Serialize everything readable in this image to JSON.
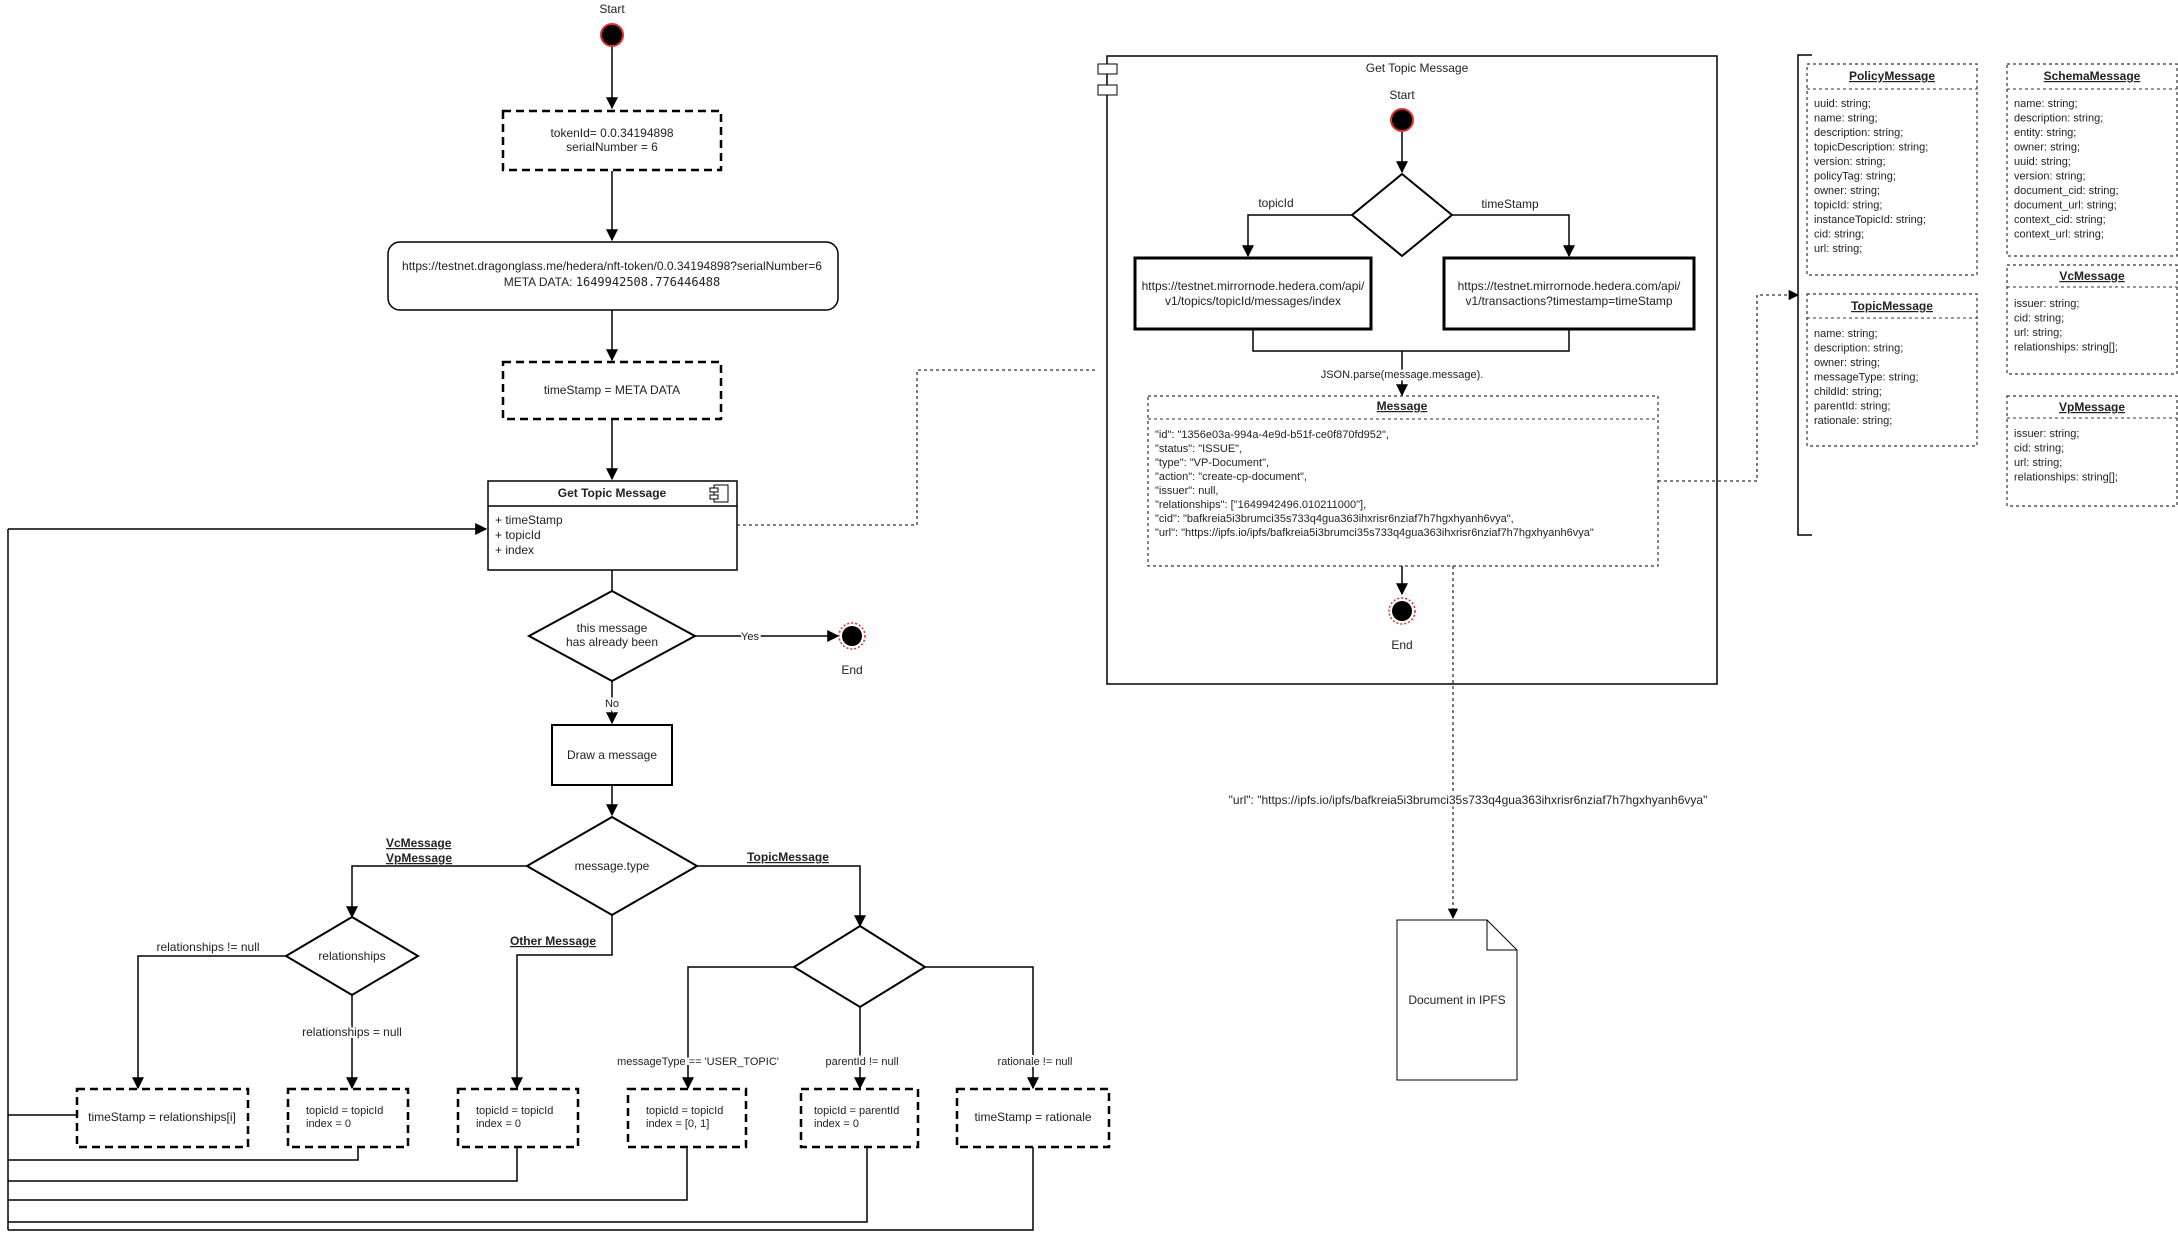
{
  "left_flow": {
    "start_label": "Start",
    "token_box": [
      "tokenId= 0.0.34194898",
      "serialNumber = 6"
    ],
    "url_box": {
      "url": "https://testnet.dragonglass.me/hedera/nft-token/0.0.34194898?serialNumber=6",
      "meta_label": "META DATA: ",
      "meta_value": "1649942508.776446488"
    },
    "timestamp_box": "timeStamp = META DATA",
    "component": {
      "title": "Get Topic Message",
      "params": [
        "+ timeStamp",
        "+ topicId",
        "+ index"
      ]
    },
    "decision_seen": [
      "this message",
      "has already been"
    ],
    "yes_label": "Yes",
    "end_label": "End",
    "no_label": "No",
    "draw_box": "Draw a message",
    "type_decision": "message.type",
    "vc_branch": [
      "VcMessage",
      "VpMessage"
    ],
    "topic_branch": "TopicMessage",
    "other_branch": "Other Message",
    "rel_decision": "relationships",
    "rel_not_null": "relationships != null",
    "rel_null": "relationships = null",
    "msgtype_cond": "messageType == 'USER_TOPIC'",
    "parent_cond": "parentId != null",
    "rationale_cond": "rationale != null",
    "leaf_boxes": [
      [
        "timeStamp = relationships[i]"
      ],
      [
        "topicId = topicId",
        "index = 0"
      ],
      [
        "topicId = topicId",
        "index = 0"
      ],
      [
        "topicId = topicId",
        "index = [0, 1]"
      ],
      [
        "topicId = parentId",
        "index = 0"
      ],
      [
        "timeStamp = rationale"
      ]
    ]
  },
  "get_topic": {
    "title": "Get Topic Message",
    "start_label": "Start",
    "topic_label": "topicId",
    "time_label": "timeStamp",
    "api_left": [
      "https://testnet.mirrornode.hedera.com/api/",
      "v1/topics/topicId/messages/index"
    ],
    "api_right": [
      "https://testnet.mirrornode.hedera.com/api/",
      "v1/transactions?timestamp=timeStamp"
    ],
    "parse_label": "JSON.parse(message.message).",
    "message_title": "Message",
    "message_lines": [
      "\"id\": \"1356e03a-994a-4e9d-b51f-ce0f870fd952\",",
      "\"status\": \"ISSUE\",",
      "\"type\": \"VP-Document\",",
      "\"action\": \"create-cp-document\",",
      "\"issuer\": null,",
      "\"relationships\": [\"1649942496.010211000\"],",
      "\"cid\": \"bafkreia5i3brumci35s733q4gua363ihxrisr6nziaf7h7hgxhyanh6vya\",",
      "\"url\": \"https://ipfs.io/ipfs/bafkreia5i3brumci35s733q4gua363ihxrisr6nziaf7h7hgxhyanh6vya\""
    ],
    "end_label": "End"
  },
  "ipfs": {
    "url_label": "\"url\": \"https://ipfs.io/ipfs/bafkreia5i3brumci35s733q4gua363ihxrisr6nziaf7h7hgxhyanh6vya\"",
    "doc_label": "Document in IPFS"
  },
  "schemas": [
    {
      "title": "PolicyMessage",
      "fields": [
        "uuid: string;",
        "name: string;",
        "description: string;",
        "topicDescription: string;",
        "version: string;",
        "policyTag: string;",
        "owner: string;",
        "topicId: string;",
        "instanceTopicId: string;",
        "cid: string;",
        "url: string;"
      ]
    },
    {
      "title": "TopicMessage",
      "fields": [
        "name: string;",
        "description: string;",
        "owner: string;",
        "messageType: string;",
        "childId: string;",
        "parentId: string;",
        "rationale: string;"
      ]
    },
    {
      "title": "SchemaMessage",
      "fields": [
        "name: string;",
        "description: string;",
        "entity: string;",
        "owner: string;",
        "uuid: string;",
        "version: string;",
        "document_cid: string;",
        "document_url: string;",
        "context_cid: string;",
        "context_url: string;"
      ]
    },
    {
      "title": "VcMessage",
      "fields": [
        "issuer: string;",
        "cid: string;",
        "url: string;",
        "relationships: string[];"
      ]
    },
    {
      "title": "VpMessage",
      "fields": [
        "issuer: string;",
        "cid: string;",
        "url: string;",
        "relationships: string[];"
      ]
    }
  ],
  "colors": {
    "line": "#000000",
    "end_ring": "#e03030",
    "text": "#222222"
  }
}
